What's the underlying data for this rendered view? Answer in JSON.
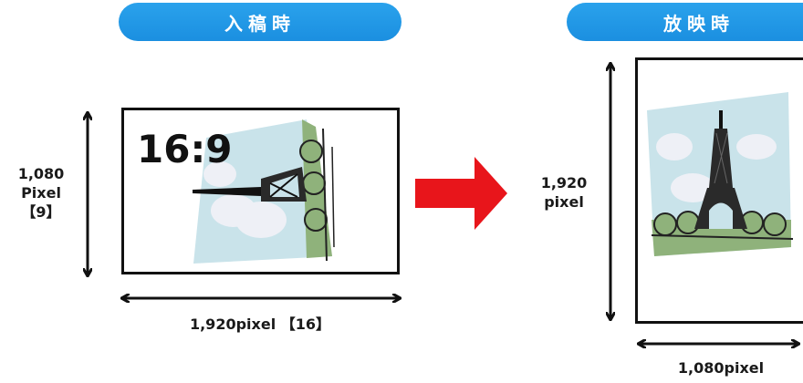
{
  "headers": {
    "before": "入稿時",
    "after": "放映時"
  },
  "landscape": {
    "ratio": "16:9",
    "height_label": [
      "1,080",
      "Pixel",
      "【9】"
    ],
    "width_label": "1,920pixel 【16】"
  },
  "portrait": {
    "height_label": [
      "1,920",
      "pixel"
    ],
    "width_label": "1,080pixel"
  },
  "colors": {
    "header": "#1b8fe0",
    "arrow": "#e8151b",
    "sky": "#c9e3ea",
    "cloud": "#eef0f6",
    "ground": "#8fb27b"
  }
}
